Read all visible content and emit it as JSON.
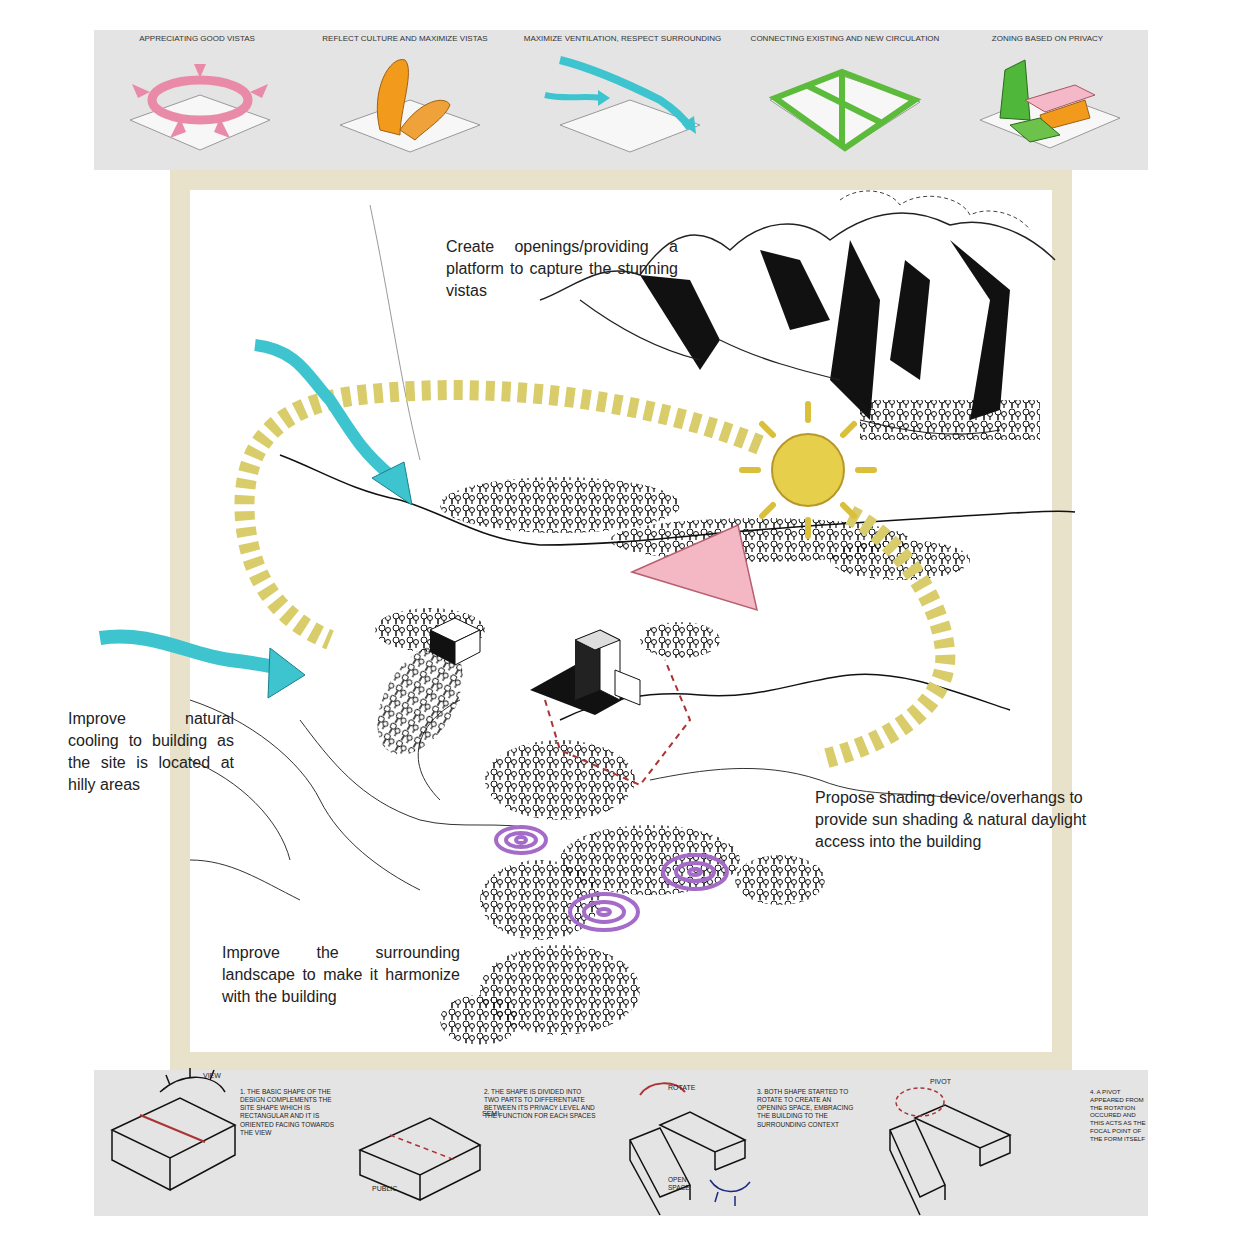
{
  "diagram": {
    "labels": [
      "APPRECIATING GOOD VISTAS",
      "REFLECT CULTURE AND MAXIMIZE VISTAS",
      "MAXIMIZE VENTILATION, RESPECT SURROUNDING",
      "CONNECTING EXISTING AND NEW CIRCULATION",
      "ZONING BASED ON PRIVACY",
      "Create openings/providing a platform to capture the stunning vistas",
      "Improve natural cooling to building as the site is located at hilly areas",
      "Propose shading device/overhangs to provide sun shading & natural daylight access into the building",
      "Improve the surrounding landscape to make it harmonize with the building",
      "VIEW",
      "1. THE BASIC SHAPE OF THE DESIGN COMPLEMENTS THE SITE SHAPE WHICH IS RECTANGULAR AND IT IS ORIENTED FACING TOWARDS THE VIEW",
      "SEMI",
      "PUBLIC",
      "2. THE SHAPE IS DIVIDED INTO TWO PARTS TO DIFFERENTIATE BETWEEN ITS PRIVACY LEVEL AND THE FUNCTION FOR EACH SPACES",
      "ROTATE",
      "OPEN SPACE",
      "3. BOTH SHAPE STARTED TO ROTATE TO CREATE AN OPENING SPACE, EMBRACING THE BUILDING TO THE SURROUNDING CONTEXT",
      "PIVOT",
      "4. A PIVOT APPEARED FROM THE ROTATION OCCURED AND THIS ACTS AS THE FOCAL POINT OF THE FORM ITSELF"
    ]
  }
}
